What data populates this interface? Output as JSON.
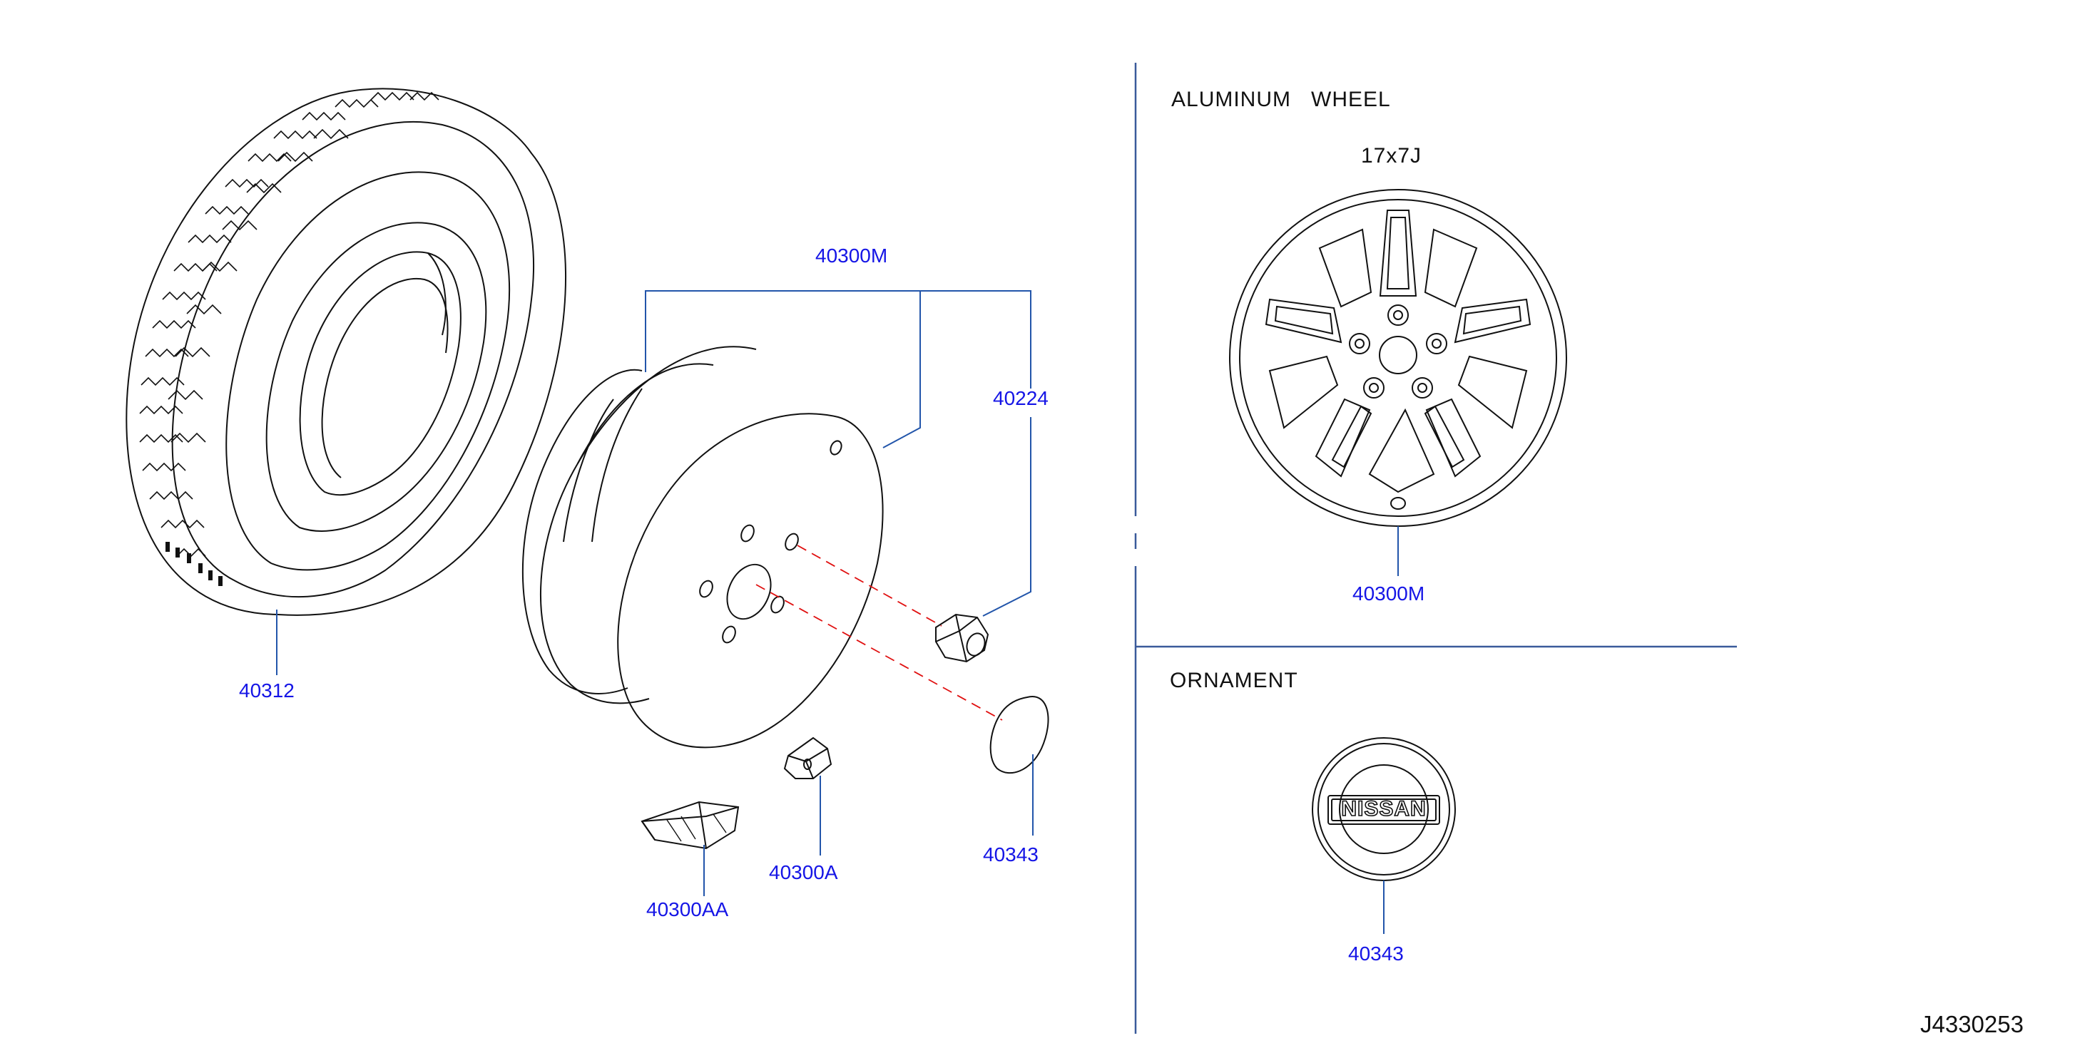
{
  "sections": {
    "aluminum_wheel": {
      "title": "ALUMINUM   WHEEL",
      "size": "17x7J"
    },
    "ornament": {
      "title": "ORNAMENT"
    }
  },
  "ornament_logo_text": "NISSAN",
  "parts": {
    "tire": "40312",
    "wheel_assy_steel": "40300M",
    "wheel_nut": "40224",
    "balance_weight": "40300AA",
    "clip_weight": "40300A",
    "center_cap": "40343",
    "wheel_assy_aluminum": "40300M",
    "ornament": "40343"
  },
  "diagram_ref": "J4330253",
  "colors": {
    "label_text": "#1515e6",
    "leader_line": "#2255aa",
    "divider": "#3a5a9a",
    "centerline_dash": "#e01010",
    "drawing_stroke": "#111111"
  }
}
